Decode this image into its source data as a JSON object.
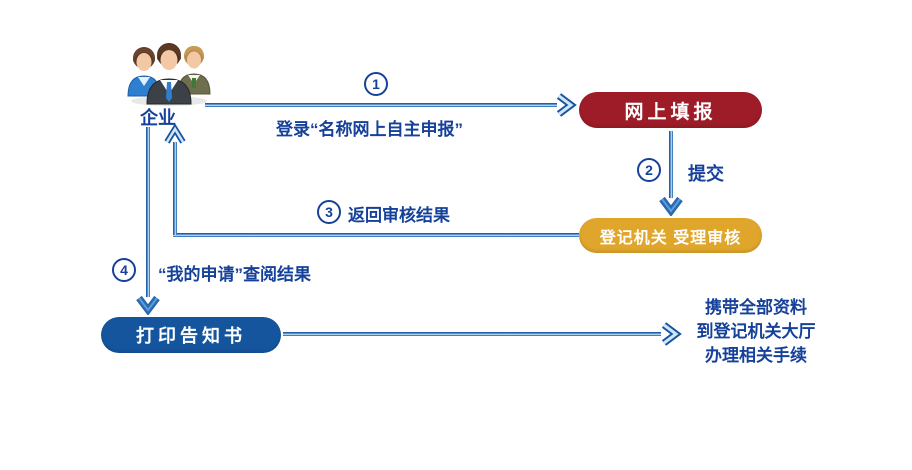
{
  "diagram": {
    "actor": {
      "label": "企业"
    },
    "nodes": {
      "online_filing": {
        "label": "网上填报"
      },
      "registry_review": {
        "label": "登记机关 受理审核"
      },
      "print_notice": {
        "label": "打印告知书"
      }
    },
    "steps": {
      "step1": {
        "num": "1",
        "label": "登录“名称网上自主申报”"
      },
      "step2": {
        "num": "2",
        "label": "提交"
      },
      "step3": {
        "num": "3",
        "label": "返回审核结果"
      },
      "step4": {
        "num": "4",
        "label": "“我的申请”查阅结果"
      }
    },
    "outcome": {
      "lines": [
        "携带全部资料",
        "到登记机关大厅",
        "办理相关手续"
      ]
    },
    "colors": {
      "text_blue": "#16419a",
      "line_blue": "#17549f",
      "node_red": "#9d1c28",
      "node_gold": "#dfa62b",
      "node_blue": "#15559e"
    }
  }
}
